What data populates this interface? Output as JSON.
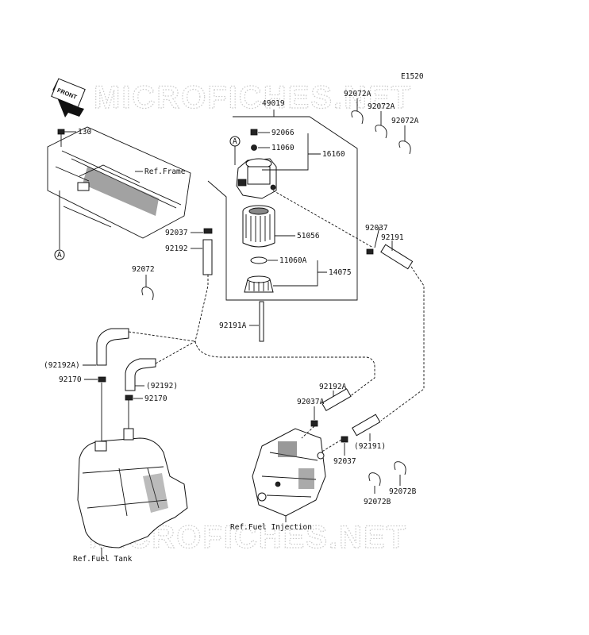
{
  "diagram_code": "E1520",
  "front_arrow_label": "FRONT",
  "watermark_text": "MICROFICHES.NET",
  "view_marker": "A",
  "part_numbers": {
    "p49019": "49019",
    "p92072A_1": "92072A",
    "p92072A_2": "92072A",
    "p92072A_3": "92072A",
    "p92066": "92066",
    "p11060": "11060",
    "p16160": "16160",
    "p130": "130",
    "p92037_left": "92037",
    "p92192": "92192",
    "p51056": "51056",
    "p11060A": "11060A",
    "p14075": "14075",
    "p92037_right": "92037",
    "p92191_right": "92191",
    "p92072": "92072",
    "p92191A": "92191A",
    "p92192A_paren": "(92192A)",
    "p92170_left": "92170",
    "p92192_paren": "(92192)",
    "p92170_right": "92170",
    "p92192A": "92192A",
    "p92037A": "92037A",
    "p92191_paren": "(92191)",
    "p92037_bottom": "92037",
    "p92072B_1": "92072B",
    "p92072B_2": "92072B"
  },
  "references": {
    "frame": "Ref.Frame",
    "fuel_injection": "Ref.Fuel Injection",
    "fuel_tank": "Ref.Fuel Tank"
  }
}
